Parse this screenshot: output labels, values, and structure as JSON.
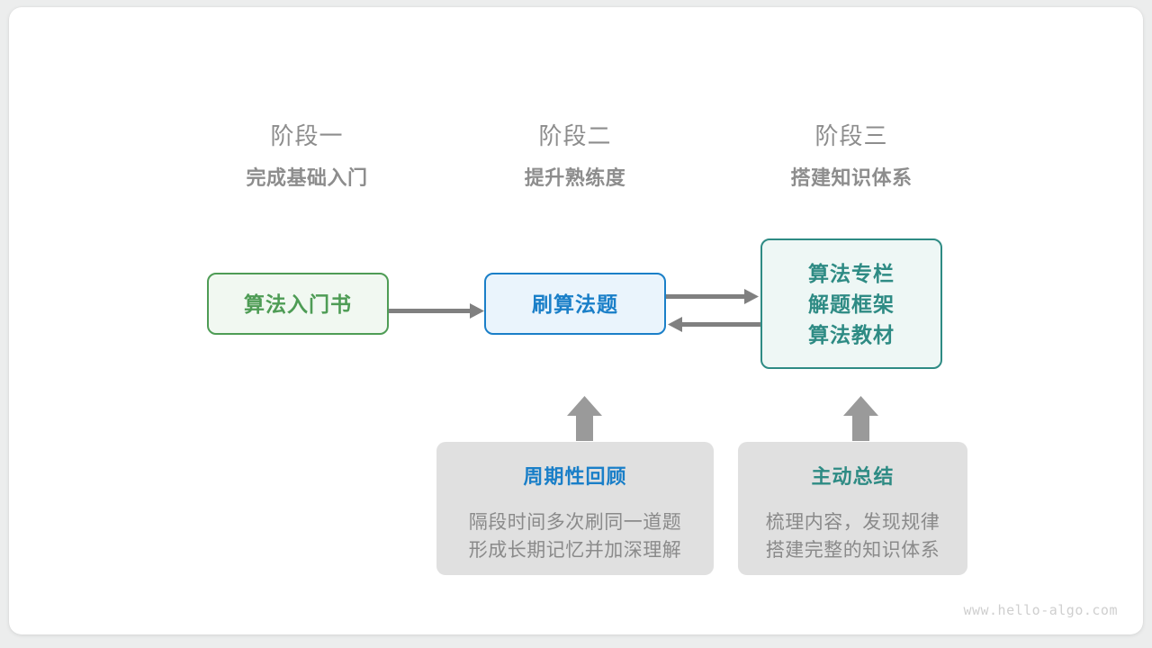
{
  "canvas": {
    "background": "#ffffff",
    "page_background": "#eceded"
  },
  "stages": [
    {
      "title": "阶段一",
      "subtitle": "完成基础入门"
    },
    {
      "title": "阶段二",
      "subtitle": "提升熟练度"
    },
    {
      "title": "阶段三",
      "subtitle": "搭建知识体系"
    }
  ],
  "nodes": {
    "book": {
      "label": "算法入门书",
      "color": "#4e9c55",
      "fill": "#f1f8f1"
    },
    "practice": {
      "label": "刷算法题",
      "color": "#1a7fc8",
      "fill": "#eaf4fc"
    },
    "system": {
      "line1": "算法专栏",
      "line2": "解题框架",
      "line3": "算法教材",
      "color": "#2e8b84",
      "fill": "#eef7f5"
    }
  },
  "info_cards": [
    {
      "title": "周期性回顾",
      "title_color": "#1a7fc8",
      "body_line1": "隔段时间多次刷同一道题",
      "body_line2": "形成长期记忆并加深理解"
    },
    {
      "title": "主动总结",
      "title_color": "#2e8b84",
      "body_line1": "梳理内容，发现规律",
      "body_line2": "搭建完整的知识体系"
    }
  ],
  "arrows": {
    "color": "#808080",
    "block_color": "#9a9a9a",
    "items": [
      {
        "name": "book-to-practice",
        "direction": "right"
      },
      {
        "name": "practice-to-system",
        "direction": "right"
      },
      {
        "name": "system-to-practice",
        "direction": "left"
      },
      {
        "name": "review-to-practice",
        "direction": "up"
      },
      {
        "name": "summary-to-system",
        "direction": "up"
      }
    ]
  },
  "watermark": "www.hello-algo.com"
}
